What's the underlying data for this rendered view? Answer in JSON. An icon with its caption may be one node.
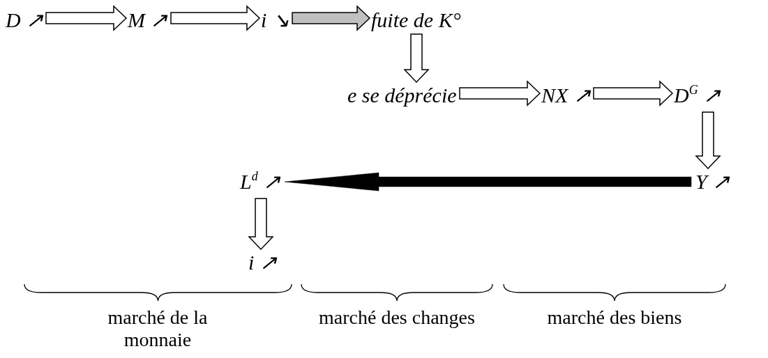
{
  "diagram": {
    "nodes": [
      {
        "text": [
          "D ↗"
        ]
      },
      {
        "text": [
          "M ↗"
        ]
      },
      {
        "text": [
          "i ↘"
        ]
      },
      {
        "text": [
          "fuite de K°"
        ]
      },
      {
        "text": [
          "e se déprécie"
        ]
      },
      {
        "text": [
          "NX ↗"
        ]
      },
      {
        "text": [
          "D$^{G}$ ↗"
        ]
      },
      {
        "text": [
          "Y ↗"
        ]
      },
      {
        "text": [
          "L$^{d}$ ↗"
        ]
      },
      {
        "text": [
          "i ↗"
        ]
      }
    ],
    "edges": [
      {
        "from": 0,
        "to": 1,
        "arrow": "to"
      },
      {
        "from": 1,
        "to": 2,
        "arrow": "to"
      },
      {
        "from": 2,
        "to": 3,
        "arrow": "to",
        "color": "#c0c0c0"
      },
      {
        "from": 3,
        "to": 4,
        "arrow": "to"
      },
      {
        "from": 4,
        "to": 5,
        "arrow": "to"
      },
      {
        "from": 5,
        "to": 6,
        "arrow": "to"
      },
      {
        "from": 6,
        "to": 7,
        "arrow": "to"
      },
      {
        "from": 7,
        "to": 8,
        "arrow": "to",
        "style": "thick"
      },
      {
        "from": 8,
        "to": 9,
        "arrow": "to"
      }
    ],
    "labels": [
      "marché de la monnaie",
      "marché des changes",
      "marché des biens"
    ]
  }
}
